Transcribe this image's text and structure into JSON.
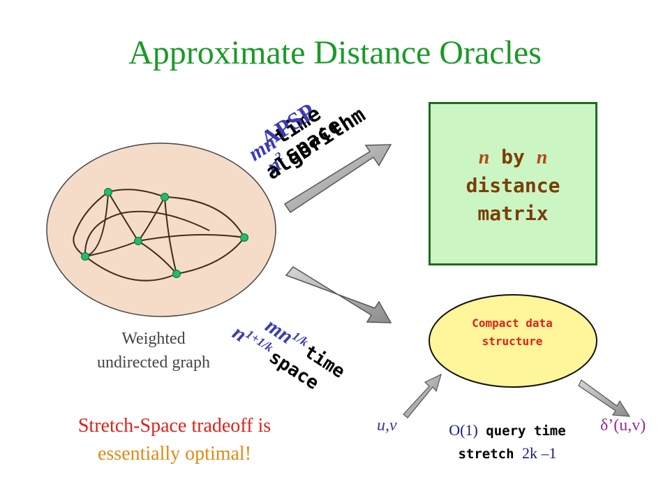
{
  "slide": {
    "title": "Approximate Distance Oracles"
  },
  "graph": {
    "caption_line1": "Weighted",
    "caption_line2": "undirected graph",
    "colors": {
      "ellipse_fill": "#f5dcc8",
      "edge": "#3d2b1f",
      "vertex": "#22bb6b"
    }
  },
  "upper_path": {
    "label_time_var": "mn",
    "label_time_word": "time",
    "label_space_var": "n",
    "label_space_exp": "2",
    "label_space_word": "space",
    "label_overlay_1": "APSP",
    "label_overlay_2": "algorithm"
  },
  "lower_path": {
    "label_time_var": "mn",
    "label_time_exp": "1/k",
    "label_time_word": "time",
    "label_space_var": "n",
    "label_space_exp": "1+1/k",
    "label_space_word": "space"
  },
  "matrix_box": {
    "line1_var_a": "n",
    "line1_word": "by",
    "line1_var_b": "n",
    "line2": "distance",
    "line3": "matrix",
    "colors": {
      "fill": "#ccf5c4",
      "border": "#1e6b1e"
    }
  },
  "data_structure": {
    "line1": "Compact data",
    "line2": "structure",
    "colors": {
      "fill": "#fff59a",
      "border": "#111111"
    }
  },
  "query": {
    "input": "u,v",
    "output": "δ’(u,v)",
    "time_complexity": "O(1)",
    "time_word": "query time",
    "stretch_word": "stretch",
    "stretch_value": "2k –1"
  },
  "conclusion": {
    "line1": "Stretch-Space tradeoff is",
    "line2": "essentially optimal!"
  }
}
